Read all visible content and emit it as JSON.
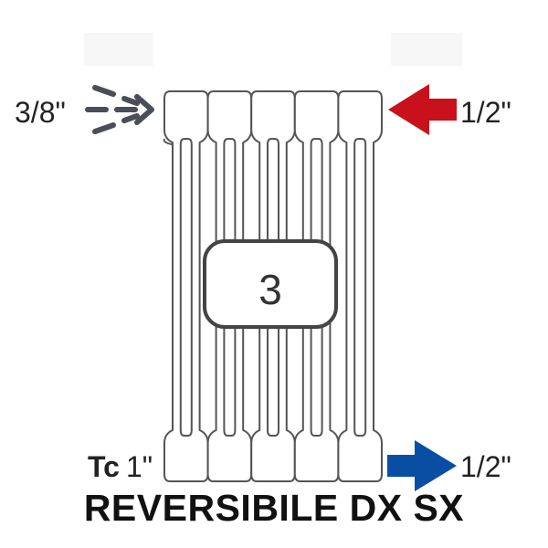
{
  "diagram": {
    "title": "REVERSIBILE DX SX",
    "center_label": "3",
    "connections": {
      "top_left": {
        "label": "3/8\"",
        "icon": "dashed-arrow-icon",
        "color": "#4a4e56"
      },
      "top_right": {
        "label": "1/2\"",
        "icon": "inlet-arrow-icon",
        "color": "#c8111a"
      },
      "bottom_left": {
        "prefix": "Tc",
        "label": "1\""
      },
      "bottom_right": {
        "label": "1/2\"",
        "icon": "outlet-arrow-icon",
        "color": "#0a4ea3"
      }
    },
    "columns": 5,
    "colors": {
      "outline": "#555555",
      "body_fill": "#ffffff",
      "text": "#222222",
      "title": "#111111"
    }
  }
}
